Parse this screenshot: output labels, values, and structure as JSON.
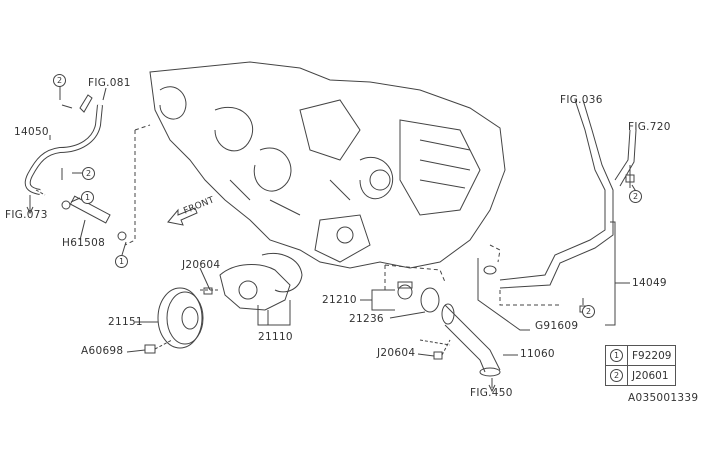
{
  "labels": {
    "fig081": "FIG.081",
    "p14050": "14050",
    "fig073": "FIG.073",
    "h61508": "H61508",
    "front": "FRONT",
    "j20604_a": "J20604",
    "p21151": "21151",
    "a60698": "A60698",
    "p21110": "21110",
    "p21210": "21210",
    "p21236": "21236",
    "j20604_b": "J20604",
    "p11060": "11060",
    "fig450": "FIG.450",
    "g91609": "G91609",
    "p14049": "14049",
    "fig036": "FIG.036",
    "fig720": "FIG.720",
    "diagram_id": "A035001339"
  },
  "callouts": {
    "one": "1",
    "two": "2"
  },
  "legend": [
    {
      "key": "1",
      "part": "F92209"
    },
    {
      "key": "2",
      "part": "J20601"
    }
  ]
}
